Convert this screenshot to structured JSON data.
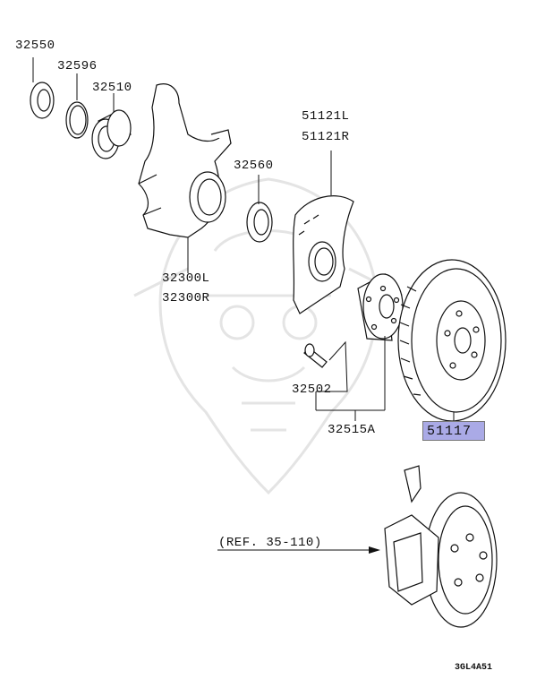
{
  "diagram": {
    "colors": {
      "line": "#111111",
      "highlight": "#aaaae6",
      "watermark": "#e6e6e6"
    },
    "parts": {
      "p32550": "32550",
      "p32596": "32596",
      "p32510": "32510",
      "p32560": "32560",
      "p51121L": "51121L",
      "p51121R": "51121R",
      "p32300L": "32300L",
      "p32300R": "32300R",
      "p32502": "32502",
      "p32515A": "32515A",
      "p51117": "51117"
    },
    "ref": "(REF. 35-110)",
    "code": "3GL4A51"
  }
}
